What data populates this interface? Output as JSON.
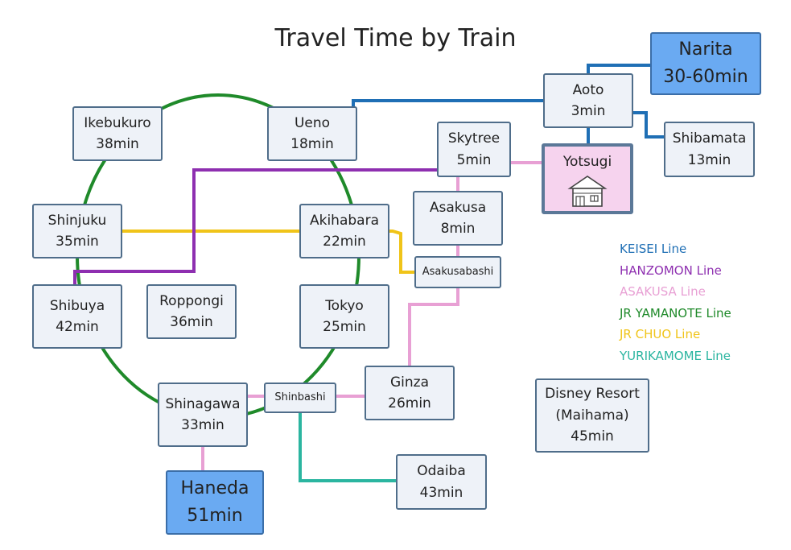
{
  "title": "Travel Time by Train",
  "stations": {
    "narita": {
      "name": "Narita",
      "time": "30-60min"
    },
    "aoto": {
      "name": "Aoto",
      "time": "3min"
    },
    "shibamata": {
      "name": "Shibamata",
      "time": "13min"
    },
    "yotsugi": {
      "name": "Yotsugi"
    },
    "skytree": {
      "name": "Skytree",
      "time": "5min"
    },
    "ueno": {
      "name": "Ueno",
      "time": "18min"
    },
    "ikebukuro": {
      "name": "Ikebukuro",
      "time": "38min"
    },
    "shinjuku": {
      "name": "Shinjuku",
      "time": "35min"
    },
    "akihabara": {
      "name": "Akihabara",
      "time": "22min"
    },
    "asakusa": {
      "name": "Asakusa",
      "time": "8min"
    },
    "asakusabashi": {
      "name": "Asakusabashi"
    },
    "shibuya": {
      "name": "Shibuya",
      "time": "42min"
    },
    "roppongi": {
      "name": "Roppongi",
      "time": "36min"
    },
    "tokyo": {
      "name": "Tokyo",
      "time": "25min"
    },
    "ginza": {
      "name": "Ginza",
      "time": "26min"
    },
    "shinbashi": {
      "name": "Shinbashi"
    },
    "shinagawa": {
      "name": "Shinagawa",
      "time": "33min"
    },
    "haneda": {
      "name": "Haneda",
      "time": "51min"
    },
    "odaiba": {
      "name": "Odaiba",
      "time": "43min"
    },
    "disney": {
      "line1": "Disney Resort",
      "line2": "(Maihama)",
      "time": "45min"
    }
  },
  "legend": [
    {
      "label": "KEISEI Line",
      "color": "#1f6fb5"
    },
    {
      "label": "HANZOMON Line",
      "color": "#8e2fb0"
    },
    {
      "label": "ASAKUSA Line",
      "color": "#e8a0d4"
    },
    {
      "label": "JR YAMANOTE Line",
      "color": "#1f8a2a"
    },
    {
      "label": "JR CHUO Line",
      "color": "#f0c419"
    },
    {
      "label": "YURIKAMOME Line",
      "color": "#2bb5a0"
    }
  ]
}
